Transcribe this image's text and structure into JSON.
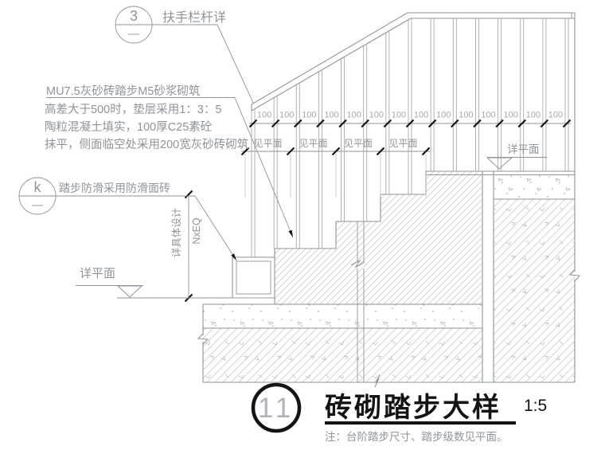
{
  "drawing": {
    "callout_top": {
      "number": "3",
      "label": "扶手栏杆详"
    },
    "callout_left": {
      "number": "k",
      "label": "踏步防滑采用防滑面砖"
    },
    "spec_note_lines": [
      "MU7.5灰砂砖踏步M5砂浆砌筑",
      "高差大于500时，垫层采用1：3：5",
      "陶粒混凝土填实，100厚C25素砼",
      "抹平，侧面临空处采用200宽灰砂砖砌筑"
    ],
    "level_mark_left": "详平面",
    "level_mark_right": "详平面",
    "vertical_dim": {
      "note": "详具体设计",
      "label": "NxEQ"
    },
    "top_dim": {
      "label": "100",
      "count": 14
    },
    "tread_dim": {
      "label": "见平面",
      "count": 4
    }
  },
  "title_block": {
    "number": "11",
    "title": "砖砌踏步大样",
    "scale": "1:5",
    "note": "注：台阶踏步尺寸、踏步级数见平面。"
  },
  "colors": {
    "outline": "#8e939a",
    "hatch": "#c6cacd",
    "annotation_text": "#8f949a",
    "light_label": "#a3a8ad",
    "accent_black": "#141414"
  }
}
